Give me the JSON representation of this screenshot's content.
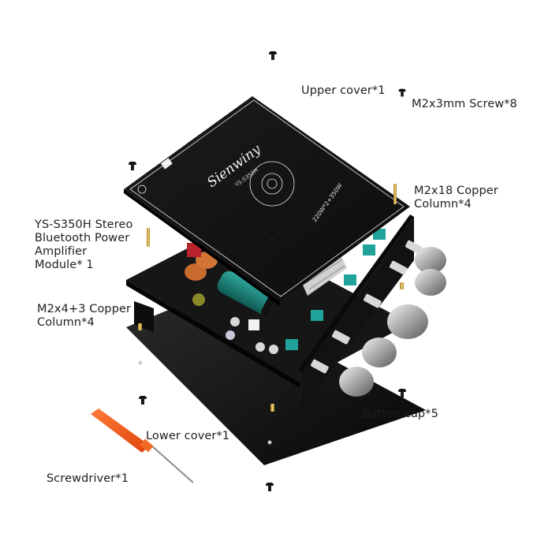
{
  "product": {
    "brand": "Sienwiny",
    "model": "YS-S350H",
    "power_rating": "220W*2+350W"
  },
  "labels": {
    "upper_cover": "Upper cover*1",
    "screw": "M2x3mm Screw*8",
    "copper_column_18": "M2x18 Copper Column*4",
    "module": "YS-S350H Stereo Bluetooth Power Amplifier Module* 1",
    "copper_column_4_3": "M2x4+3 Copper Column*4",
    "button_cap": "Button cap*5",
    "lower_cover": "Lower cover*1",
    "screwdriver": "Screwdriver*1"
  },
  "colors": {
    "board": "#141414",
    "silkscreen": "#e8e8e8",
    "knob_teal": "#1fa39a",
    "screwdriver_orange": "#ff5a1a",
    "brass": "#d4b04a",
    "capacitor": "#1f7a72"
  }
}
